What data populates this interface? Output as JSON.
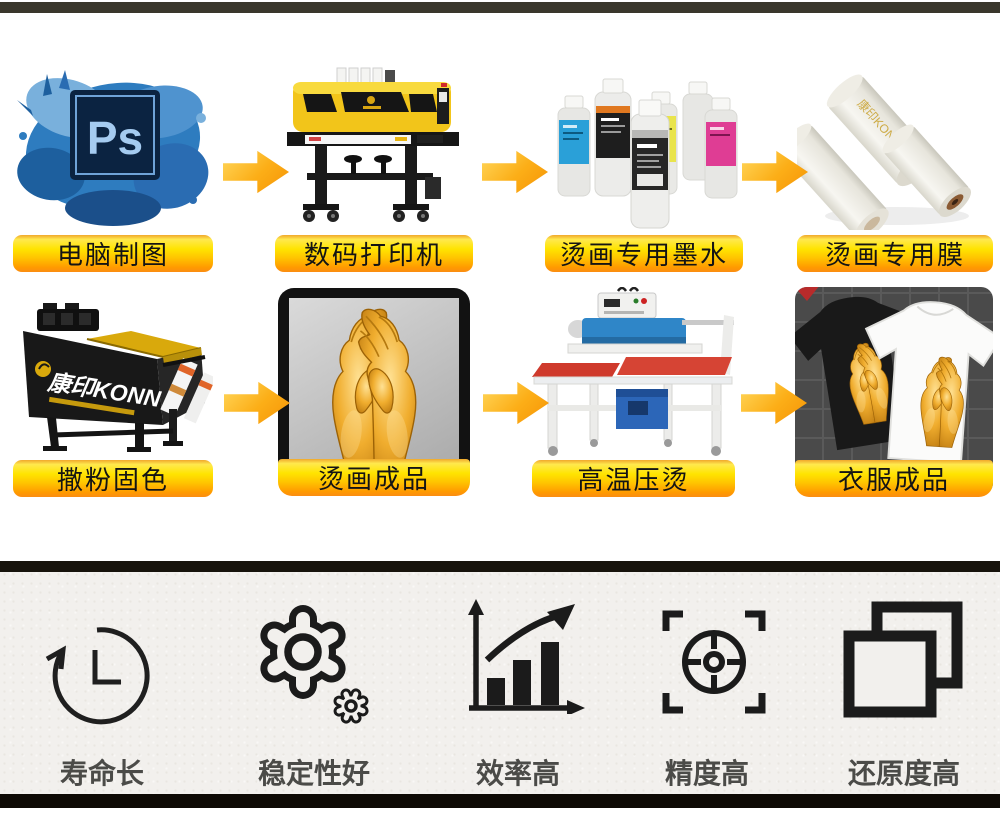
{
  "process": {
    "steps": [
      {
        "label": "电脑制图"
      },
      {
        "label": "数码打印机"
      },
      {
        "label": "烫画专用墨水"
      },
      {
        "label": "烫画专用膜"
      },
      {
        "label": "撒粉固色"
      },
      {
        "label": "烫画成品"
      },
      {
        "label": "高温压烫"
      },
      {
        "label": "衣服成品"
      }
    ]
  },
  "features": {
    "items": [
      {
        "label": "寿命长",
        "icon": "clock-refresh-icon"
      },
      {
        "label": "稳定性好",
        "icon": "gears-icon"
      },
      {
        "label": "效率高",
        "icon": "growth-chart-icon"
      },
      {
        "label": "精度高",
        "icon": "target-icon"
      },
      {
        "label": "还原度高",
        "icon": "overlap-squares-icon"
      }
    ]
  },
  "branding": {
    "photoshop_text": "Ps",
    "machine_brand": "康印KONN",
    "roll_watermark": "康印KONN"
  },
  "colors": {
    "label_yellow": "#ffe400",
    "label_orange": "#ff9a00",
    "arrow_orange": "#f59305",
    "top_bar": "#3a372c",
    "section_bar": "#0e0a05",
    "feature_text": "#4b4b48"
  }
}
